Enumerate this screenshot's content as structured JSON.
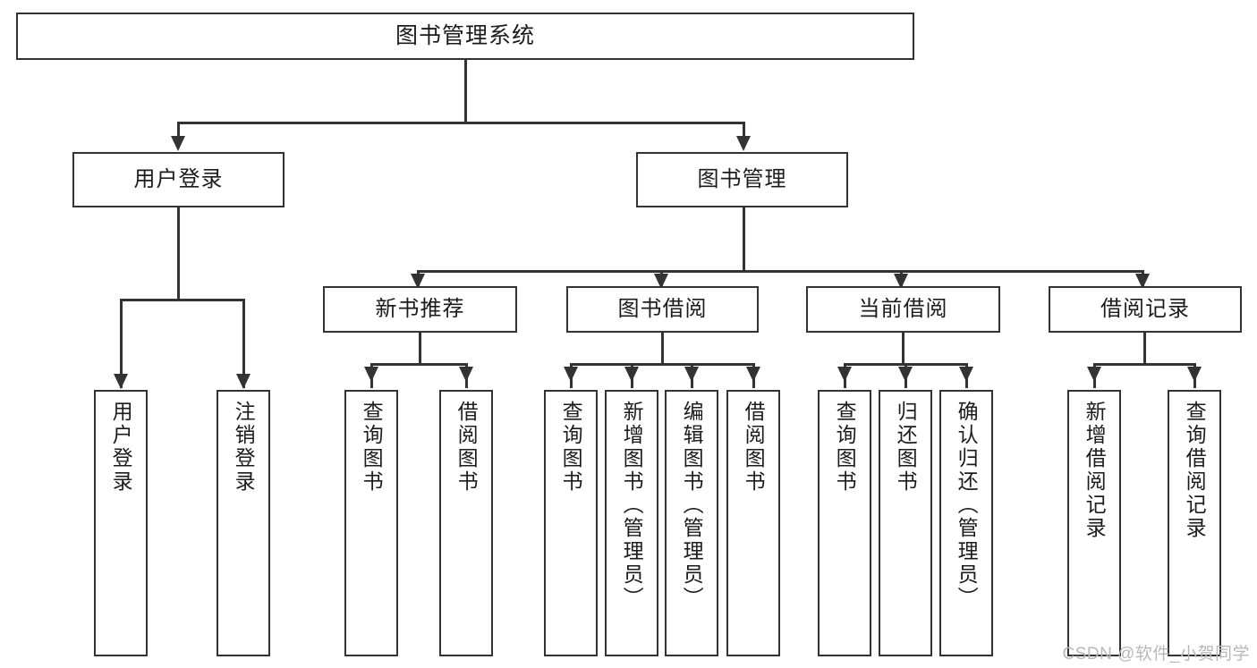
{
  "diagram": {
    "type": "tree",
    "title": "图书管理系统",
    "watermark": "CSDN @软件_小贺同学",
    "colors": {
      "stroke": "#333333",
      "fill": "#ffffff",
      "text": "#1c1c1c",
      "watermark": "#b8b8b8"
    },
    "nodes": {
      "root": {
        "label": "图书管理系统"
      },
      "level2": [
        {
          "label": "用户登录"
        },
        {
          "label": "图书管理"
        }
      ],
      "level3": [
        {
          "label": "新书推荐"
        },
        {
          "label": "图书借阅"
        },
        {
          "label": "当前借阅"
        },
        {
          "label": "借阅记录"
        }
      ],
      "leaves_user_login": [
        {
          "label": "用户登录"
        },
        {
          "label": "注销登录"
        }
      ],
      "leaves_new_book": [
        {
          "label": "查询图书"
        },
        {
          "label": "借阅图书"
        }
      ],
      "leaves_borrow": [
        {
          "label": "查询图书"
        },
        {
          "label": "新增图书（管理员）"
        },
        {
          "label": "编辑图书（管理员）"
        },
        {
          "label": "借阅图书"
        }
      ],
      "leaves_current": [
        {
          "label": "查询图书"
        },
        {
          "label": "归还图书"
        },
        {
          "label": "确认归还（管理员）"
        }
      ],
      "leaves_records": [
        {
          "label": "新增借阅记录"
        },
        {
          "label": "查询借阅记录"
        }
      ]
    }
  }
}
